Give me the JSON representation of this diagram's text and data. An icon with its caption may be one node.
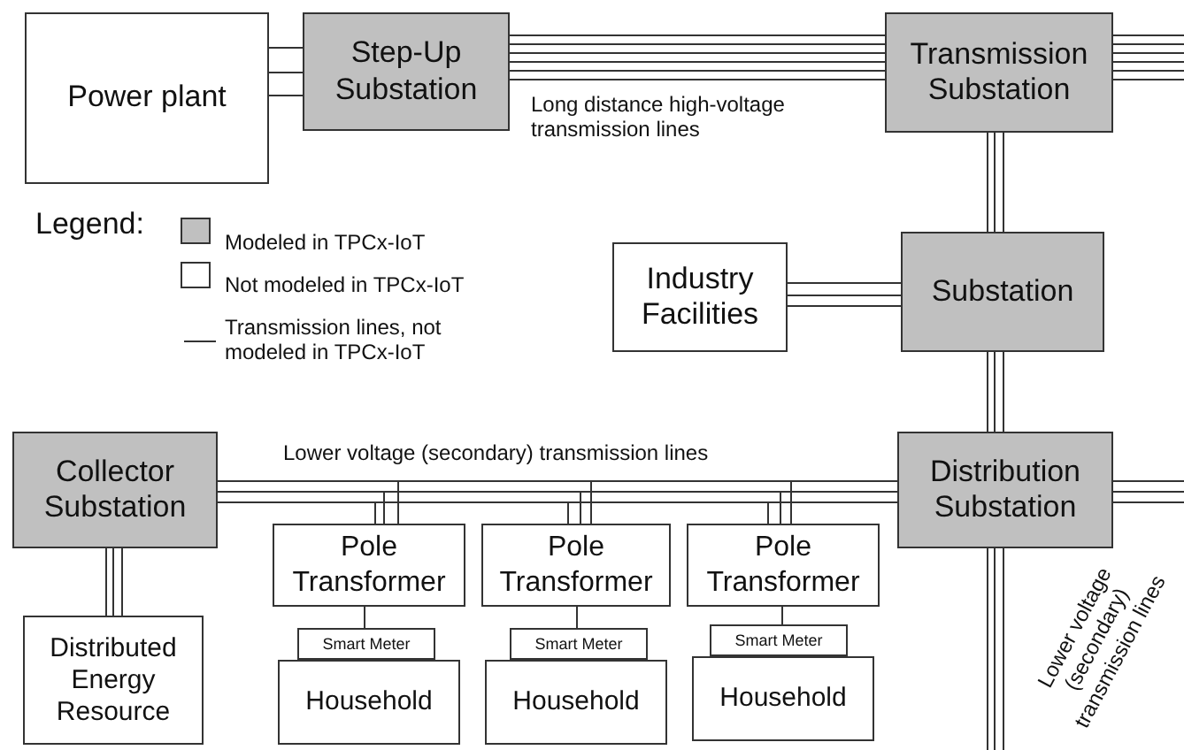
{
  "diagram": {
    "nodes": [
      {
        "text": [
          "Power plant"
        ]
      },
      {
        "text": [
          "Step-Up Substation"
        ]
      },
      {
        "text": [
          "Transmission Substation"
        ]
      },
      {
        "text": [
          "Industry Facilities"
        ]
      },
      {
        "text": [
          "Substation"
        ]
      },
      {
        "text": [
          "Collector Substation"
        ]
      },
      {
        "text": [
          "Distribution Substation"
        ]
      },
      {
        "text": [
          "Distributed Energy Resource"
        ]
      },
      {
        "text": [
          "Pole Transformer"
        ]
      },
      {
        "text": [
          "Pole Transformer"
        ]
      },
      {
        "text": [
          "Pole Transformer"
        ]
      },
      {
        "text": [
          "Smart Meter"
        ]
      },
      {
        "text": [
          "Smart Meter"
        ]
      },
      {
        "text": [
          "Smart Meter"
        ]
      },
      {
        "text": [
          "Household"
        ]
      },
      {
        "text": [
          "Household"
        ]
      },
      {
        "text": [
          "Household"
        ]
      }
    ],
    "edges": [
      {
        "from": 0,
        "to": 1,
        "arrow": "none"
      },
      {
        "from": 1,
        "to": 2,
        "arrow": "none",
        "label": "Long distance high-voltage transmission lines"
      },
      {
        "from": 2,
        "to": null,
        "arrow": "none"
      },
      {
        "from": 2,
        "to": 4,
        "arrow": "none"
      },
      {
        "from": 3,
        "to": 4,
        "arrow": "none"
      },
      {
        "from": 4,
        "to": 6,
        "arrow": "none"
      },
      {
        "from": 5,
        "to": 6,
        "arrow": "none",
        "label": "Lower voltage (secondary) transmission lines"
      },
      {
        "from": 6,
        "to": null,
        "arrow": "none"
      },
      {
        "from": 6,
        "to": null,
        "arrow": "none"
      },
      {
        "from": 5,
        "to": 7,
        "arrow": "none"
      },
      {
        "from": 6,
        "to": 8,
        "arrow": "none"
      },
      {
        "from": 6,
        "to": 9,
        "arrow": "none"
      },
      {
        "from": 6,
        "to": 10,
        "arrow": "none"
      },
      {
        "from": 8,
        "to": 11,
        "arrow": "none"
      },
      {
        "from": 9,
        "to": 12,
        "arrow": "none"
      },
      {
        "from": 10,
        "to": 13,
        "arrow": "none"
      }
    ],
    "labels": [
      "Legend:",
      "Lower voltage (secondary) transmission lines"
    ],
    "legend": [
      {
        "text": "Modeled in TPCx-IoT",
        "color": "#c0c0c0"
      },
      {
        "text": "Not modeled in TPCx-IoT",
        "color": "#ffffff"
      },
      {
        "text": "Transmission lines, not modeled in TPCx-IoT"
      }
    ]
  }
}
